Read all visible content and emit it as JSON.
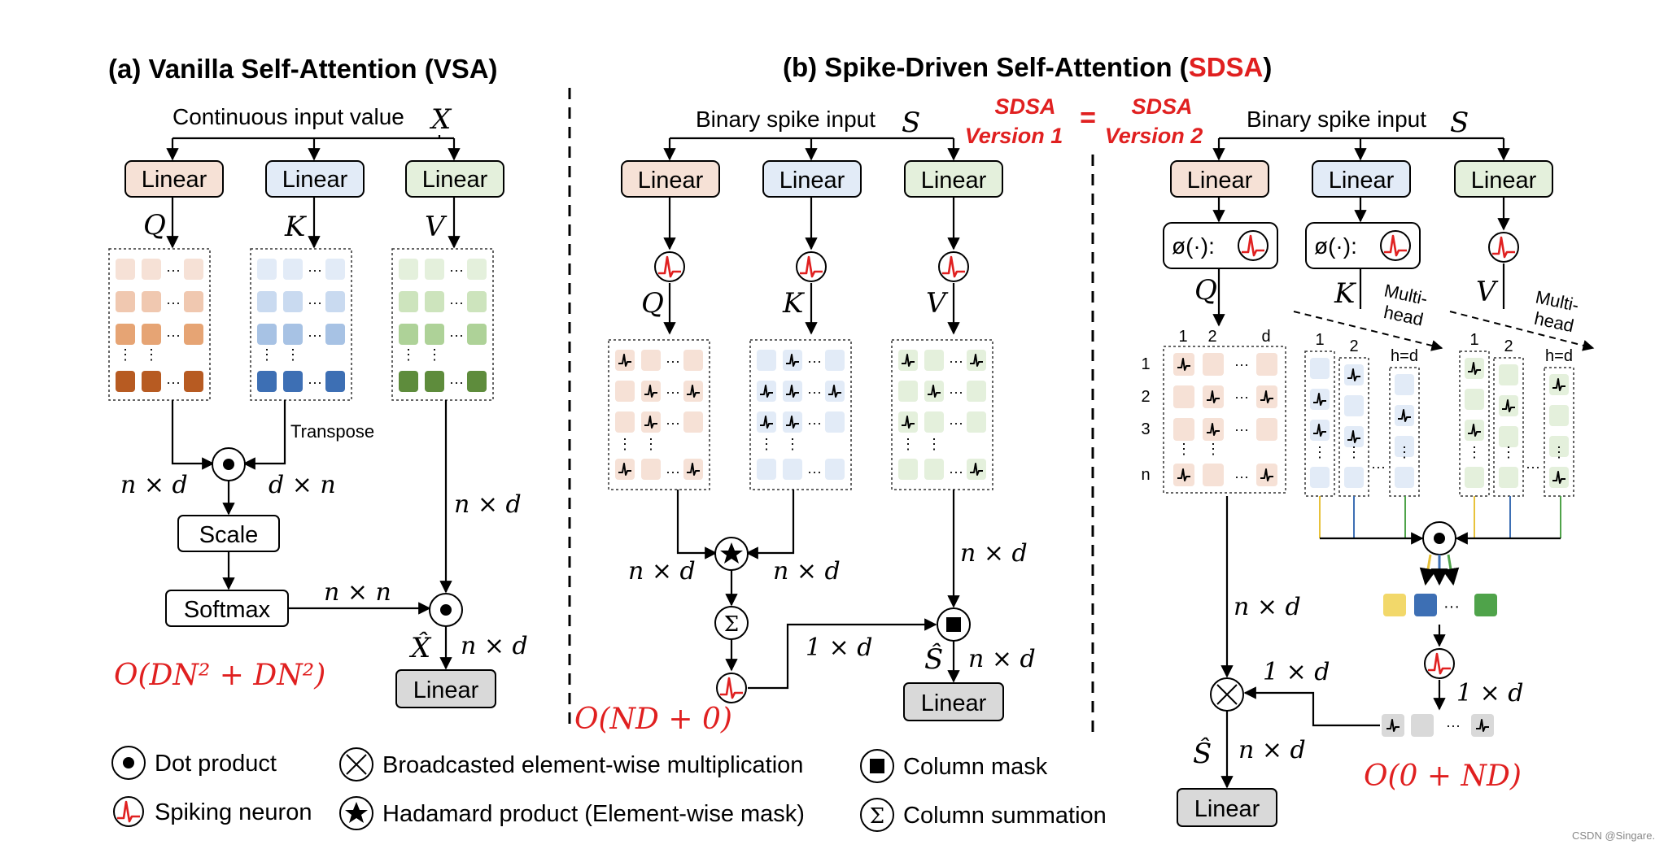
{
  "title_a": "(a) Vanilla Self-Attention (VSA)",
  "title_b_prefix": "(b) Spike-Driven Self-Attention (",
  "title_b_red": "SDSA",
  "title_b_suffix": ")",
  "vsa": {
    "input_label": "Continuous input value",
    "input_var": "X",
    "linear": "Linear",
    "q": "Q",
    "k": "K",
    "v": "V",
    "transpose": "Transpose",
    "dim_nd": "n × d",
    "dim_dn": "d × n",
    "dim_nn": "n × n",
    "scale": "Scale",
    "softmax": "Softmax",
    "xhat": "X̂",
    "complexity": "O(DN² + DN²)",
    "colors": {
      "q": [
        "#f6e1d6",
        "#f0c8b0",
        "#e6a474",
        "#b75b22"
      ],
      "k": [
        "#e2ebf7",
        "#c9daf0",
        "#a7c2e4",
        "#3d6fb4"
      ],
      "v": [
        "#e4f0dc",
        "#cde4bd",
        "#aed298",
        "#5e8c3c"
      ]
    }
  },
  "sdsa": {
    "input_label": "Binary spike input",
    "input_var": "S",
    "version1": "SDSA\nVersion 1",
    "version2": "SDSA\nVersion 2",
    "equals": "=",
    "linear": "Linear",
    "phi": "ø(·):",
    "shat": "Ŝ",
    "dim_1d": "1 × d",
    "complexity_v1": "O(ND + 0)",
    "complexity_v2": "O(0 + ND)",
    "multihead": "Multi-\nhead",
    "row_labels": [
      "1",
      "2",
      "3",
      "n"
    ],
    "col_labels": [
      "1",
      "2",
      "d"
    ],
    "head_labels": [
      "1",
      "2",
      "h=d"
    ],
    "head_colors": [
      "#f2d86a",
      "#3d6fb4",
      "#4fa34a"
    ]
  },
  "legend": [
    {
      "icon": "dot-product-icon",
      "label": "Dot product"
    },
    {
      "icon": "spiking-neuron-icon",
      "label": "Spiking neuron"
    },
    {
      "icon": "broadcast-multiply-icon",
      "label": "Broadcasted element-wise multiplication"
    },
    {
      "icon": "hadamard-star-icon",
      "label": "Hadamard product (Element-wise mask)"
    },
    {
      "icon": "column-mask-icon",
      "label": "Column mask"
    },
    {
      "icon": "column-summation-icon",
      "label": "Column summation"
    }
  ],
  "ellipsis": "···",
  "watermark": "CSDN @Singare."
}
